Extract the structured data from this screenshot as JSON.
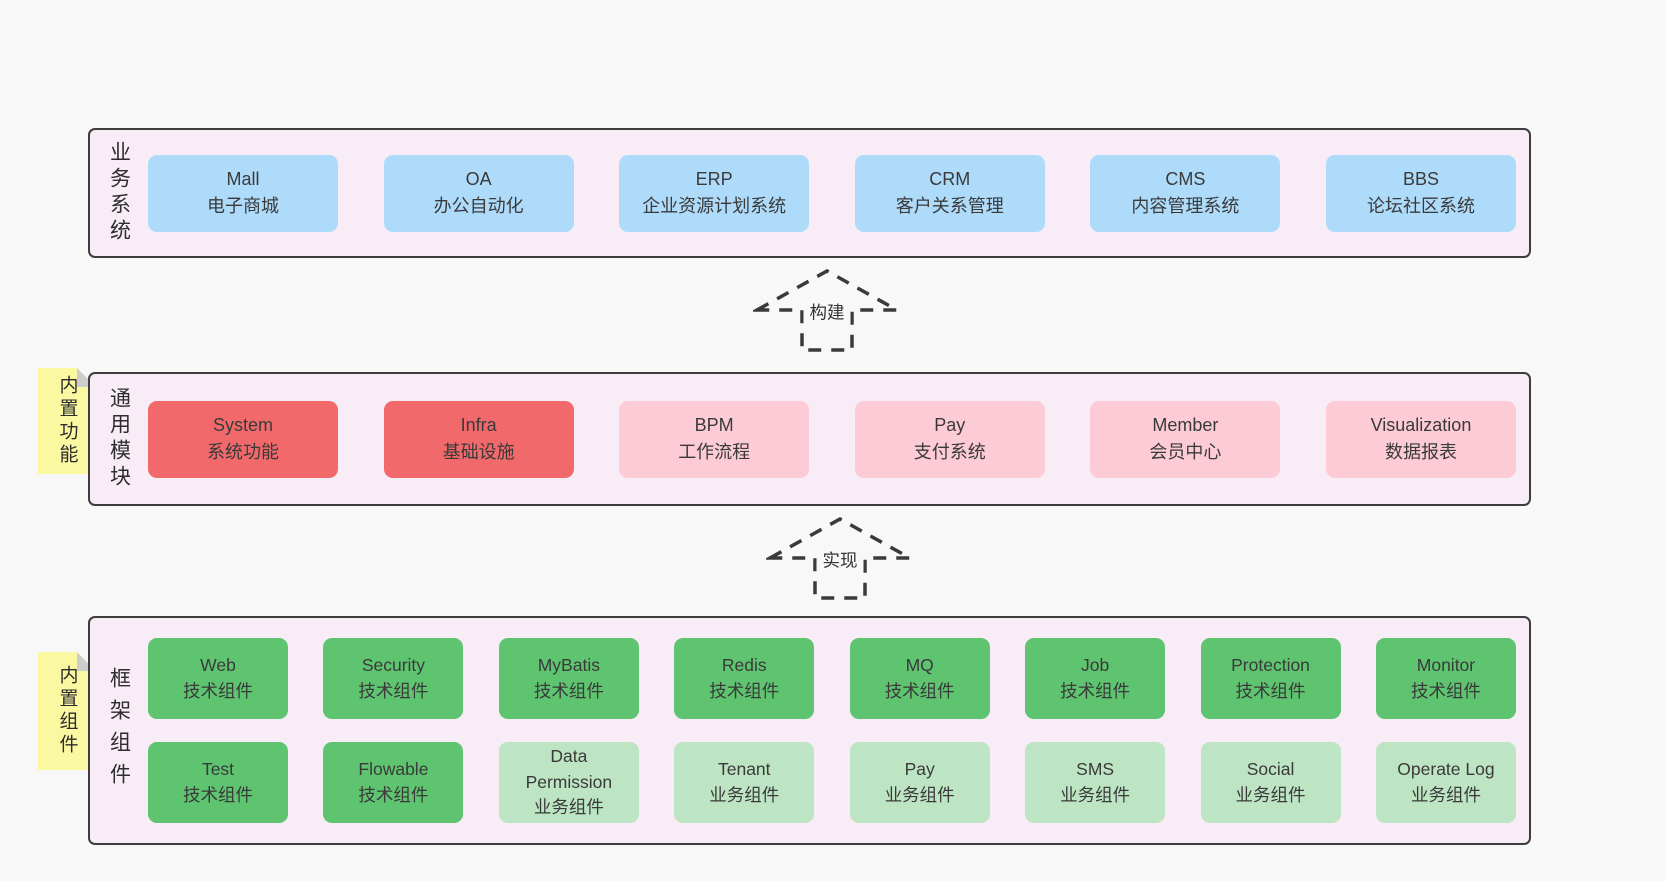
{
  "colors": {
    "page_bg": "#f9f8f9",
    "band_bg": "#f8edf6",
    "band_border": "#3d3d3d",
    "blue": "#aedbfa",
    "red": "#f1696b",
    "pink": "#fccbd5",
    "green": "#5ec46f",
    "light_green": "#bee5c3",
    "tab_yellow": "#fbf8a2",
    "tab_fold": "#cdcdcd",
    "text": "#333333"
  },
  "arrows": [
    {
      "label": "构建"
    },
    {
      "label": "实现"
    }
  ],
  "bands": [
    {
      "title": "业务系统",
      "boxes": [
        {
          "name": "Mall",
          "desc": "电子商城"
        },
        {
          "name": "OA",
          "desc": "办公自动化"
        },
        {
          "name": "ERP",
          "desc": "企业资源计划系统"
        },
        {
          "name": "CRM",
          "desc": "客户关系管理"
        },
        {
          "name": "CMS",
          "desc": "内容管理系统"
        },
        {
          "name": "BBS",
          "desc": "论坛社区系统"
        }
      ]
    },
    {
      "title": "通用模块",
      "tab": "内置功能",
      "boxes": [
        {
          "name": "System",
          "desc": "系统功能"
        },
        {
          "name": "Infra",
          "desc": "基础设施"
        },
        {
          "name": "BPM",
          "desc": "工作流程"
        },
        {
          "name": "Pay",
          "desc": "支付系统"
        },
        {
          "name": "Member",
          "desc": "会员中心"
        },
        {
          "name": "Visualization",
          "desc": "数据报表"
        }
      ]
    },
    {
      "title": "框架组件",
      "tab": "内置组件",
      "boxes": [
        {
          "name": "Web",
          "desc": "技术组件"
        },
        {
          "name": "Security",
          "desc": "技术组件"
        },
        {
          "name": "MyBatis",
          "desc": "技术组件"
        },
        {
          "name": "Redis",
          "desc": "技术组件"
        },
        {
          "name": "MQ",
          "desc": "技术组件"
        },
        {
          "name": "Job",
          "desc": "技术组件"
        },
        {
          "name": "Protection",
          "desc": "技术组件"
        },
        {
          "name": "Monitor",
          "desc": "技术组件"
        },
        {
          "name": "Test",
          "desc": "技术组件"
        },
        {
          "name": "Flowable",
          "desc": "技术组件"
        },
        {
          "name": "Data Permission",
          "desc": "业务组件"
        },
        {
          "name": "Tenant",
          "desc": "业务组件"
        },
        {
          "name": "Pay",
          "desc": "业务组件"
        },
        {
          "name": "SMS",
          "desc": "业务组件"
        },
        {
          "name": "Social",
          "desc": "业务组件"
        },
        {
          "name": "Operate Log",
          "desc": "业务组件"
        }
      ]
    }
  ]
}
